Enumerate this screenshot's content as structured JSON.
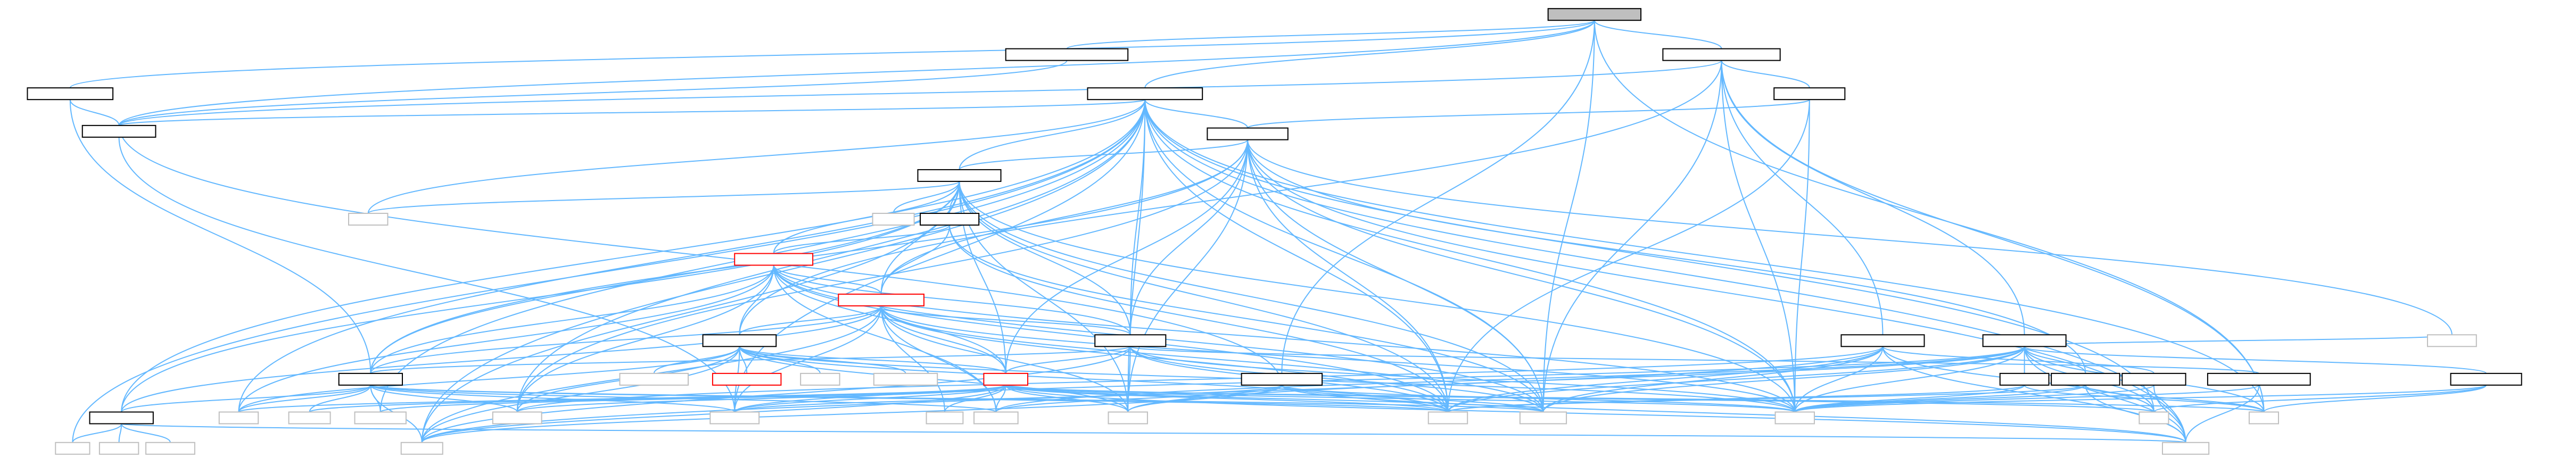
{
  "nodes": [
    {
      "id": "root",
      "label": "",
      "kind": "root"
    },
    {
      "id": "n_complexity",
      "label": "",
      "kind": "normal"
    },
    {
      "id": "n_tu",
      "label": "",
      "kind": "normal"
    },
    {
      "id": "n_level",
      "label": "",
      "kind": "normal"
    },
    {
      "id": "n_index",
      "label": "",
      "kind": "normal"
    },
    {
      "id": "n_program",
      "label": "",
      "kind": "normal"
    },
    {
      "id": "n_analysis",
      "label": "",
      "kind": "normal"
    },
    {
      "id": "n_statement",
      "label": "",
      "kind": "normal"
    },
    {
      "id": "n_operation",
      "label": "",
      "kind": "normal"
    },
    {
      "id": "n_iosfwd",
      "label": "",
      "kind": "missing"
    },
    {
      "id": "n_cstddef",
      "label": "",
      "kind": "missing"
    },
    {
      "id": "n_ramutils",
      "label": "",
      "kind": "normal"
    },
    {
      "id": "n_condition",
      "label": "",
      "kind": "flagged"
    },
    {
      "id": "n_expression",
      "label": "",
      "kind": "flagged"
    },
    {
      "id": "n_symboltable",
      "label": "",
      "kind": "normal"
    },
    {
      "id": "n_relation",
      "label": "",
      "kind": "normal"
    },
    {
      "id": "n_ramnode",
      "label": "",
      "kind": "normal"
    },
    {
      "id": "n_unordered_map",
      "label": "",
      "kind": "missing"
    },
    {
      "id": "n_parallelutils",
      "label": "",
      "kind": "flagged"
    },
    {
      "id": "n_deque",
      "label": "",
      "kind": "missing"
    },
    {
      "id": "n_initializer_list",
      "label": "",
      "kind": "missing"
    },
    {
      "id": "n_util",
      "label": "",
      "kind": "flagged"
    },
    {
      "id": "n_transformer",
      "label": "",
      "kind": "normal"
    },
    {
      "id": "n_errorreport",
      "label": "",
      "kind": "normal"
    },
    {
      "id": "n_debugreport",
      "label": "",
      "kind": "normal"
    },
    {
      "id": "n_global",
      "label": "",
      "kind": "normal"
    },
    {
      "id": "n_iodirectives",
      "label": "",
      "kind": "normal"
    },
    {
      "id": "n_srclocation",
      "label": "",
      "kind": "normal"
    },
    {
      "id": "n_relrep",
      "label": "",
      "kind": "normal"
    },
    {
      "id": "n_fstream",
      "label": "",
      "kind": "missing"
    },
    {
      "id": "n_asttransformer",
      "label": "",
      "kind": "normal"
    },
    {
      "id": "n_ramtypes",
      "label": "",
      "kind": "normal"
    },
    {
      "id": "n_cstdlib",
      "label": "",
      "kind": "missing"
    },
    {
      "id": "n_typeinfo",
      "label": "",
      "kind": "missing"
    },
    {
      "id": "n_functional",
      "label": "",
      "kind": "missing"
    },
    {
      "id": "n_algorithm",
      "label": "",
      "kind": "missing"
    },
    {
      "id": "n_iostream",
      "label": "",
      "kind": "missing"
    },
    {
      "id": "n_mutex",
      "label": "",
      "kind": "missing"
    },
    {
      "id": "n_sstream",
      "label": "",
      "kind": "missing"
    },
    {
      "id": "n_utility",
      "label": "",
      "kind": "missing"
    },
    {
      "id": "n_vector",
      "label": "",
      "kind": "missing"
    },
    {
      "id": "n_memory",
      "label": "",
      "kind": "missing"
    },
    {
      "id": "n_string",
      "label": "",
      "kind": "missing"
    },
    {
      "id": "n_set",
      "label": "",
      "kind": "missing"
    },
    {
      "id": "n_map",
      "label": "",
      "kind": "missing"
    },
    {
      "id": "n_limits",
      "label": "",
      "kind": "missing"
    },
    {
      "id": "n_cstdint",
      "label": "",
      "kind": "missing"
    },
    {
      "id": "n_type_traits",
      "label": "",
      "kind": "missing"
    },
    {
      "id": "n_cassert",
      "label": "",
      "kind": "missing"
    },
    {
      "id": "n_ostream",
      "label": "",
      "kind": "missing"
    }
  ],
  "edges": [
    [
      "root",
      "n_complexity"
    ],
    [
      "root",
      "n_tu"
    ],
    [
      "root",
      "n_level"
    ],
    [
      "root",
      "n_index"
    ],
    [
      "root",
      "n_analysis"
    ],
    [
      "root",
      "n_transformer"
    ],
    [
      "root",
      "n_map"
    ],
    [
      "root",
      "n_memory"
    ],
    [
      "n_complexity",
      "n_analysis"
    ],
    [
      "n_tu",
      "n_analysis"
    ],
    [
      "n_tu",
      "n_program"
    ],
    [
      "n_tu",
      "n_errorreport"
    ],
    [
      "n_tu",
      "n_debugreport"
    ],
    [
      "n_tu",
      "n_memory"
    ],
    [
      "n_tu",
      "n_string"
    ],
    [
      "n_tu",
      "n_map"
    ],
    [
      "n_tu",
      "n_symboltable"
    ],
    [
      "n_level",
      "n_analysis"
    ],
    [
      "n_level",
      "n_ramnode"
    ],
    [
      "n_index",
      "n_analysis"
    ],
    [
      "n_index",
      "n_statement"
    ],
    [
      "n_index",
      "n_operation"
    ],
    [
      "n_index",
      "n_relation"
    ],
    [
      "n_index",
      "n_ramtypes"
    ],
    [
      "n_index",
      "n_iosfwd"
    ],
    [
      "n_index",
      "n_vector"
    ],
    [
      "n_index",
      "n_memory"
    ],
    [
      "n_index",
      "n_string"
    ],
    [
      "n_index",
      "n_set"
    ],
    [
      "n_index",
      "n_map"
    ],
    [
      "n_index",
      "n_cassert"
    ],
    [
      "n_index",
      "n_limits"
    ],
    [
      "n_index",
      "n_utility"
    ],
    [
      "n_index",
      "n_cstdlib"
    ],
    [
      "n_index",
      "n_algorithm"
    ],
    [
      "n_index",
      "n_iostream"
    ],
    [
      "n_index",
      "n_ostream"
    ],
    [
      "n_index",
      "n_functional"
    ],
    [
      "n_program",
      "n_statement"
    ],
    [
      "n_program",
      "n_string"
    ],
    [
      "n_program",
      "n_vector"
    ],
    [
      "n_analysis",
      "n_iostream"
    ],
    [
      "n_statement",
      "n_operation"
    ],
    [
      "n_statement",
      "n_relation"
    ],
    [
      "n_statement",
      "n_ramnode"
    ],
    [
      "n_statement",
      "n_expression"
    ],
    [
      "n_statement",
      "n_util"
    ],
    [
      "n_statement",
      "n_algorithm"
    ],
    [
      "n_statement",
      "n_vector"
    ],
    [
      "n_statement",
      "n_memory"
    ],
    [
      "n_statement",
      "n_string"
    ],
    [
      "n_statement",
      "n_utility"
    ],
    [
      "n_statement",
      "n_ostream"
    ],
    [
      "n_statement",
      "n_fstream"
    ],
    [
      "n_statement",
      "n_iodirectives"
    ],
    [
      "n_operation",
      "n_condition"
    ],
    [
      "n_operation",
      "n_expression"
    ],
    [
      "n_operation",
      "n_relation"
    ],
    [
      "n_operation",
      "n_ramutils"
    ],
    [
      "n_operation",
      "n_ramnode"
    ],
    [
      "n_operation",
      "n_util"
    ],
    [
      "n_operation",
      "n_iosfwd"
    ],
    [
      "n_operation",
      "n_cstddef"
    ],
    [
      "n_operation",
      "n_vector"
    ],
    [
      "n_operation",
      "n_memory"
    ],
    [
      "n_operation",
      "n_string"
    ],
    [
      "n_operation",
      "n_cassert"
    ],
    [
      "n_operation",
      "n_ramtypes"
    ],
    [
      "n_operation",
      "n_utility"
    ],
    [
      "n_ramutils",
      "n_condition"
    ],
    [
      "n_ramutils",
      "n_expression"
    ],
    [
      "n_ramutils",
      "n_vector"
    ],
    [
      "n_ramutils",
      "n_memory"
    ],
    [
      "n_condition",
      "n_expression"
    ],
    [
      "n_condition",
      "n_relation"
    ],
    [
      "n_condition",
      "n_symboltable"
    ],
    [
      "n_condition",
      "n_ramnode"
    ],
    [
      "n_condition",
      "n_util"
    ],
    [
      "n_condition",
      "n_cstdlib"
    ],
    [
      "n_condition",
      "n_sstream"
    ],
    [
      "n_condition",
      "n_string"
    ],
    [
      "n_condition",
      "n_algorithm"
    ],
    [
      "n_condition",
      "n_vector"
    ],
    [
      "n_condition",
      "n_memory"
    ],
    [
      "n_expression",
      "n_relation"
    ],
    [
      "n_expression",
      "n_symboltable"
    ],
    [
      "n_expression",
      "n_ramnode"
    ],
    [
      "n_expression",
      "n_ramtypes"
    ],
    [
      "n_expression",
      "n_util"
    ],
    [
      "n_expression",
      "n_utility"
    ],
    [
      "n_expression",
      "n_vector"
    ],
    [
      "n_expression",
      "n_memory"
    ],
    [
      "n_expression",
      "n_string"
    ],
    [
      "n_expression",
      "n_cassert"
    ],
    [
      "n_expression",
      "n_sstream"
    ],
    [
      "n_expression",
      "n_iostream"
    ],
    [
      "n_expression",
      "n_mutex"
    ],
    [
      "n_symboltable",
      "n_parallelutils"
    ],
    [
      "n_symboltable",
      "n_util"
    ],
    [
      "n_symboltable",
      "n_unordered_map"
    ],
    [
      "n_symboltable",
      "n_deque"
    ],
    [
      "n_symboltable",
      "n_initializer_list"
    ],
    [
      "n_symboltable",
      "n_iostream"
    ],
    [
      "n_symboltable",
      "n_string"
    ],
    [
      "n_symboltable",
      "n_vector"
    ],
    [
      "n_symboltable",
      "n_cassert"
    ],
    [
      "n_symboltable",
      "n_cstdlib"
    ],
    [
      "n_symboltable",
      "n_algorithm"
    ],
    [
      "n_symboltable",
      "n_utility"
    ],
    [
      "n_relation",
      "n_ramnode"
    ],
    [
      "n_relation",
      "n_relrep"
    ],
    [
      "n_relation",
      "n_util"
    ],
    [
      "n_relation",
      "n_memory"
    ],
    [
      "n_relation",
      "n_string"
    ],
    [
      "n_relation",
      "n_vector"
    ],
    [
      "n_relation",
      "n_utility"
    ],
    [
      "n_relation",
      "n_cassert"
    ],
    [
      "n_ramnode",
      "n_ramtypes"
    ],
    [
      "n_ramnode",
      "n_typeinfo"
    ],
    [
      "n_ramnode",
      "n_functional"
    ],
    [
      "n_ramnode",
      "n_iostream"
    ],
    [
      "n_ramnode",
      "n_vector"
    ],
    [
      "n_ramnode",
      "n_memory"
    ],
    [
      "n_ramnode",
      "n_cstdlib"
    ],
    [
      "n_ramnode",
      "n_cassert"
    ],
    [
      "n_ramnode",
      "n_algorithm"
    ],
    [
      "n_ramnode",
      "n_sstream"
    ],
    [
      "n_util",
      "n_cassert"
    ],
    [
      "n_util",
      "n_functional"
    ],
    [
      "n_util",
      "n_algorithm"
    ],
    [
      "n_util",
      "n_iostream"
    ],
    [
      "n_util",
      "n_mutex"
    ],
    [
      "n_util",
      "n_sstream"
    ],
    [
      "n_util",
      "n_utility"
    ],
    [
      "n_util",
      "n_vector"
    ],
    [
      "n_util",
      "n_memory"
    ],
    [
      "n_util",
      "n_string"
    ],
    [
      "n_util",
      "n_set"
    ],
    [
      "n_util",
      "n_map"
    ],
    [
      "n_util",
      "n_ostream"
    ],
    [
      "n_util",
      "n_cstdlib"
    ],
    [
      "n_util",
      "n_typeinfo"
    ],
    [
      "n_transformer",
      "n_analysis"
    ],
    [
      "n_transformer",
      "n_string"
    ],
    [
      "n_transformer",
      "n_vector"
    ],
    [
      "n_transformer",
      "n_memory"
    ],
    [
      "n_transformer",
      "n_cassert"
    ],
    [
      "n_transformer",
      "n_sstream"
    ],
    [
      "n_transformer",
      "n_iostream"
    ],
    [
      "n_transformer",
      "n_utility"
    ],
    [
      "n_transformer",
      "n_ostream"
    ],
    [
      "n_errorreport",
      "n_srclocation"
    ],
    [
      "n_errorreport",
      "n_string"
    ],
    [
      "n_errorreport",
      "n_vector"
    ],
    [
      "n_errorreport",
      "n_memory"
    ],
    [
      "n_errorreport",
      "n_set"
    ],
    [
      "n_errorreport",
      "n_cassert"
    ],
    [
      "n_errorreport",
      "n_algorithm"
    ],
    [
      "n_errorreport",
      "n_ostream"
    ],
    [
      "n_debugreport",
      "n_global"
    ],
    [
      "n_debugreport",
      "n_iodirectives"
    ],
    [
      "n_debugreport",
      "n_asttransformer"
    ],
    [
      "n_debugreport",
      "n_fstream"
    ],
    [
      "n_debugreport",
      "n_string"
    ],
    [
      "n_debugreport",
      "n_vector"
    ],
    [
      "n_debugreport",
      "n_memory"
    ],
    [
      "n_debugreport",
      "n_set"
    ],
    [
      "n_debugreport",
      "n_map"
    ],
    [
      "n_debugreport",
      "n_ostream"
    ],
    [
      "n_debugreport",
      "n_utility"
    ],
    [
      "n_debugreport",
      "n_sstream"
    ],
    [
      "n_debugreport",
      "n_iostream"
    ],
    [
      "n_global",
      "n_string"
    ],
    [
      "n_global",
      "n_vector"
    ],
    [
      "n_global",
      "n_map"
    ],
    [
      "n_iodirectives",
      "n_string"
    ],
    [
      "n_iodirectives",
      "n_vector"
    ],
    [
      "n_iodirectives",
      "n_map"
    ],
    [
      "n_iodirectives",
      "n_ostream"
    ],
    [
      "n_srclocation",
      "n_string"
    ],
    [
      "n_srclocation",
      "n_ostream"
    ],
    [
      "n_relrep",
      "n_ostream"
    ],
    [
      "n_relrep",
      "n_string"
    ],
    [
      "n_asttransformer",
      "n_set"
    ],
    [
      "n_asttransformer",
      "n_map"
    ],
    [
      "n_asttransformer",
      "n_string"
    ],
    [
      "n_ramtypes",
      "n_limits"
    ],
    [
      "n_ramtypes",
      "n_cstdint"
    ],
    [
      "n_ramtypes",
      "n_type_traits"
    ],
    [
      "n_ramtypes",
      "n_ostream"
    ]
  ]
}
